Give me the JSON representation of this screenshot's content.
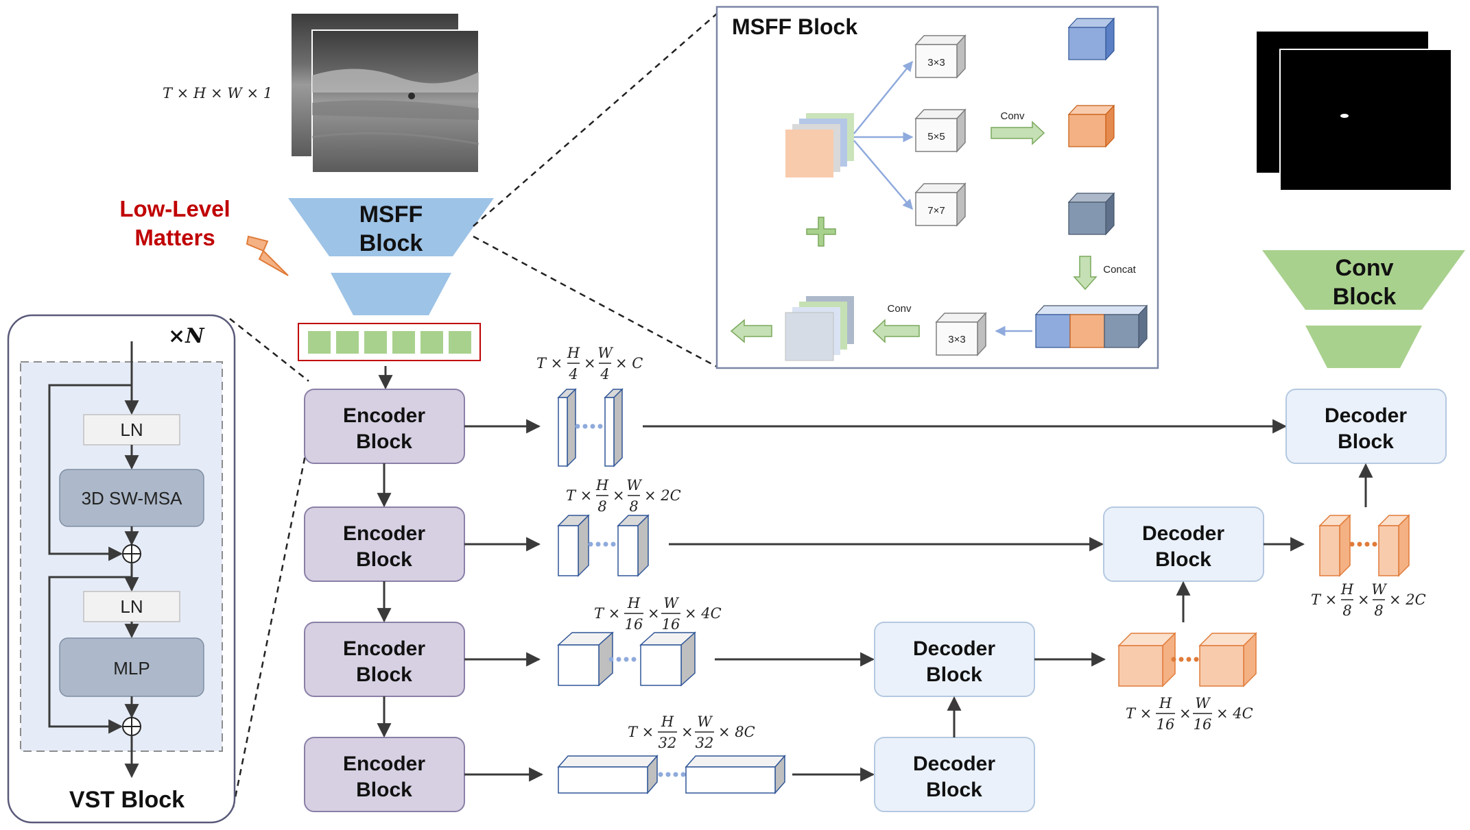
{
  "input_shape": "T × H × W × 1",
  "low_level": {
    "line1": "Low-Level",
    "line2": "Matters",
    "color": "#c00000"
  },
  "msff_funnel": {
    "line1": "MSFF",
    "line2": "Block"
  },
  "msff_detail": {
    "title": "MSFF Block",
    "kernels": [
      "3×3",
      "5×5",
      "7×7"
    ],
    "conv_label": "Conv",
    "concat_label": "Concat",
    "conv2_label": "Conv",
    "final_kernel": "3×3"
  },
  "conv_block": {
    "line1": "Conv",
    "line2": "Block"
  },
  "vst": {
    "repeat": "×N",
    "ln1": "LN",
    "attn": "3D SW-MSA",
    "ln2": "LN",
    "mlp": "MLP",
    "title": "VST Block"
  },
  "encoder": [
    {
      "line1": "Encoder",
      "line2": "Block"
    },
    {
      "line1": "Encoder",
      "line2": "Block"
    },
    {
      "line1": "Encoder",
      "line2": "Block"
    },
    {
      "line1": "Encoder",
      "line2": "Block"
    }
  ],
  "decoder": [
    {
      "line1": "Decoder",
      "line2": "Block"
    },
    {
      "line1": "Decoder",
      "line2": "Block"
    },
    {
      "line1": "Decoder",
      "line2": "Block"
    },
    {
      "line1": "Decoder",
      "line2": "Block"
    }
  ],
  "feature_labels": [
    {
      "pre": "T ×",
      "num1": "H",
      "den1": "4",
      "mid": "×",
      "num2": "W",
      "den2": "4",
      "post": "× C"
    },
    {
      "pre": "T ×",
      "num1": "H",
      "den1": "8",
      "mid": "×",
      "num2": "W",
      "den2": "8",
      "post": "× 2C"
    },
    {
      "pre": "T ×",
      "num1": "H",
      "den1": "16",
      "mid": "×",
      "num2": "W",
      "den2": "16",
      "post": "× 4C"
    },
    {
      "pre": "T ×",
      "num1": "H",
      "den1": "32",
      "mid": "×",
      "num2": "W",
      "den2": "32",
      "post": "× 8C"
    }
  ],
  "decoder_feature_labels": [
    {
      "pre": "T ×",
      "num1": "H",
      "den1": "8",
      "mid": "×",
      "num2": "W",
      "den2": "8",
      "post": "× 2C"
    },
    {
      "pre": "T ×",
      "num1": "H",
      "den1": "16",
      "mid": "×",
      "num2": "W",
      "den2": "16",
      "post": "× 4C"
    }
  ],
  "colors": {
    "encoder_fill": "#d6d0e2",
    "encoder_stroke": "#8a7fa6",
    "decoder_fill": "#eaf1fa",
    "decoder_stroke": "#b4c8e0",
    "msff_funnel": "#9dc3e6",
    "conv_funnel": "#a9d18e",
    "cube_blue": "#8faadc",
    "cube_orange": "#f4b183",
    "cube_slate": "#8497b0",
    "token_green": "#a9d18e",
    "token_border": "#c00000",
    "orange_feat": "#f8cbad",
    "orange_feat_stroke": "#e07b39"
  }
}
